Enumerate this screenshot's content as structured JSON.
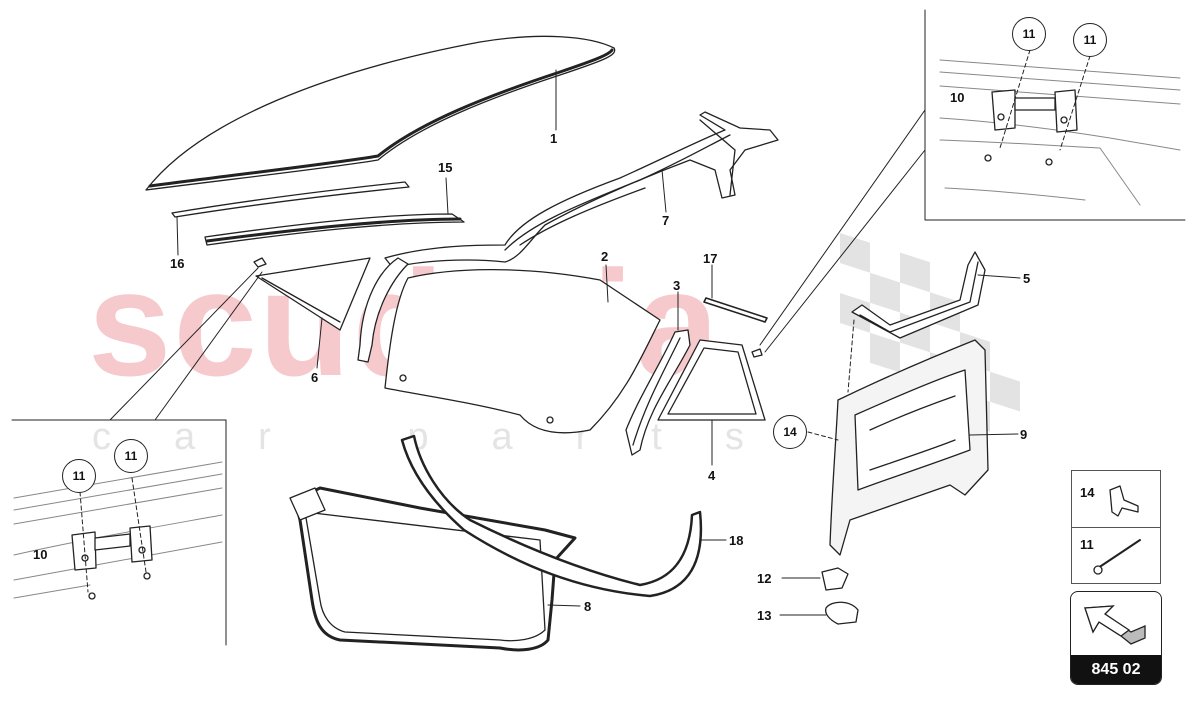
{
  "watermark": {
    "brand": "scuderia",
    "sub": "car parts"
  },
  "callouts": {
    "p1": "1",
    "p2": "2",
    "p3": "3",
    "p4": "4",
    "p5": "5",
    "p6": "6",
    "p7": "7",
    "p8": "8",
    "p9": "9",
    "p12": "12",
    "p13": "13",
    "p15": "15",
    "p16": "16",
    "p17": "17",
    "p18": "18"
  },
  "inset_right": {
    "bracket": "10",
    "circle_a": "11",
    "circle_b": "11"
  },
  "inset_left": {
    "bracket": "10",
    "circle_a": "11",
    "circle_b": "11"
  },
  "circle_14": "14",
  "legend": {
    "item_top": "14",
    "item_bottom": "11"
  },
  "badge": {
    "code": "845 02",
    "icon": "arrow-icon"
  },
  "colors": {
    "watermark": "#f6c9cd",
    "line": "#222222"
  }
}
